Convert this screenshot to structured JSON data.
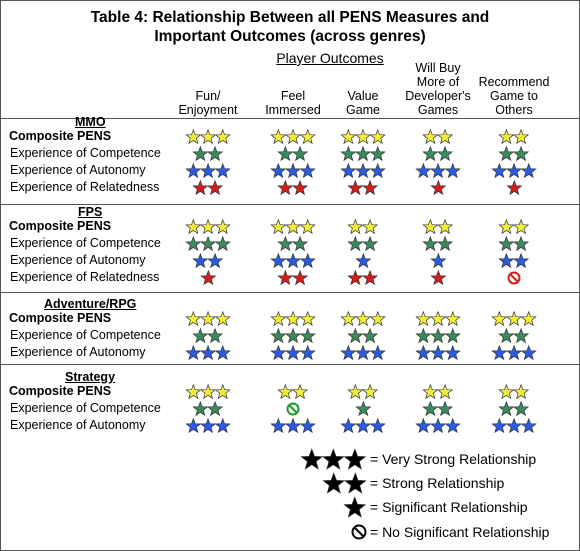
{
  "title": {
    "line1": "Table 4: Relationship Between all PENS Measures and",
    "line2": "Important Outcomes (across genres)"
  },
  "player_outcomes_label": "Player Outcomes",
  "columns": [
    {
      "lines": [
        "Fun/",
        "Enjoyment"
      ]
    },
    {
      "lines": [
        "Feel",
        "Immersed"
      ]
    },
    {
      "lines": [
        "Value",
        "Game"
      ]
    },
    {
      "lines": [
        "Will Buy",
        "More of",
        "Developer's",
        "Games"
      ]
    },
    {
      "lines": [
        "Recommend",
        "Game to",
        "Others"
      ]
    }
  ],
  "colors": {
    "composite": "#f2ee3a",
    "competence": "#3a8a5e",
    "autonomy": "#2c5be0",
    "relatedness": "#d41c1c",
    "none_symbol": "#d41c1c",
    "none_symbol_green": "#1c9a2c"
  },
  "genres": [
    {
      "name": "MMO",
      "rows": [
        {
          "label": "Composite PENS",
          "bold": true,
          "kind": "composite",
          "ratings": [
            3,
            3,
            3,
            2,
            2
          ]
        },
        {
          "label": "Experience of Competence",
          "bold": false,
          "kind": "competence",
          "ratings": [
            2,
            2,
            3,
            2,
            2
          ]
        },
        {
          "label": "Experience of Autonomy",
          "bold": false,
          "kind": "autonomy",
          "ratings": [
            3,
            3,
            3,
            3,
            3
          ]
        },
        {
          "label": "Experience of Relatedness",
          "bold": false,
          "kind": "relatedness",
          "ratings": [
            2,
            2,
            2,
            1,
            1
          ]
        }
      ]
    },
    {
      "name": "FPS",
      "rows": [
        {
          "label": "Composite PENS",
          "bold": true,
          "kind": "composite",
          "ratings": [
            3,
            3,
            2,
            2,
            2
          ]
        },
        {
          "label": "Experience of Competence",
          "bold": false,
          "kind": "competence",
          "ratings": [
            3,
            2,
            2,
            2,
            2
          ]
        },
        {
          "label": "Experience of Autonomy",
          "bold": false,
          "kind": "autonomy",
          "ratings": [
            2,
            3,
            1,
            1,
            2
          ]
        },
        {
          "label": "Experience of Relatedness",
          "bold": false,
          "kind": "relatedness",
          "ratings": [
            1,
            2,
            2,
            1,
            0
          ]
        }
      ]
    },
    {
      "name": "Adventure/RPG",
      "rows": [
        {
          "label": "Composite PENS",
          "bold": true,
          "kind": "composite",
          "ratings": [
            3,
            3,
            3,
            3,
            3
          ]
        },
        {
          "label": "Experience of Competence",
          "bold": false,
          "kind": "competence",
          "ratings": [
            2,
            3,
            2,
            3,
            2
          ]
        },
        {
          "label": "Experience of Autonomy",
          "bold": false,
          "kind": "autonomy",
          "ratings": [
            3,
            3,
            3,
            3,
            3
          ]
        }
      ]
    },
    {
      "name": "Strategy",
      "rows": [
        {
          "label": "Composite PENS",
          "bold": true,
          "kind": "composite",
          "ratings": [
            3,
            2,
            2,
            2,
            2
          ]
        },
        {
          "label": "Experience of Competence",
          "bold": false,
          "kind": "competence",
          "ratings": [
            2,
            0,
            1,
            2,
            2
          ]
        },
        {
          "label": "Experience of Autonomy",
          "bold": false,
          "kind": "autonomy",
          "ratings": [
            3,
            3,
            3,
            3,
            3
          ]
        }
      ]
    }
  ],
  "legend": [
    {
      "stars": 3,
      "label": "= Very Strong Relationship"
    },
    {
      "stars": 2,
      "label": "= Strong Relationship"
    },
    {
      "stars": 1,
      "label": "= Significant Relationship"
    },
    {
      "stars": 0,
      "label": "= No Significant Relationship"
    }
  ]
}
